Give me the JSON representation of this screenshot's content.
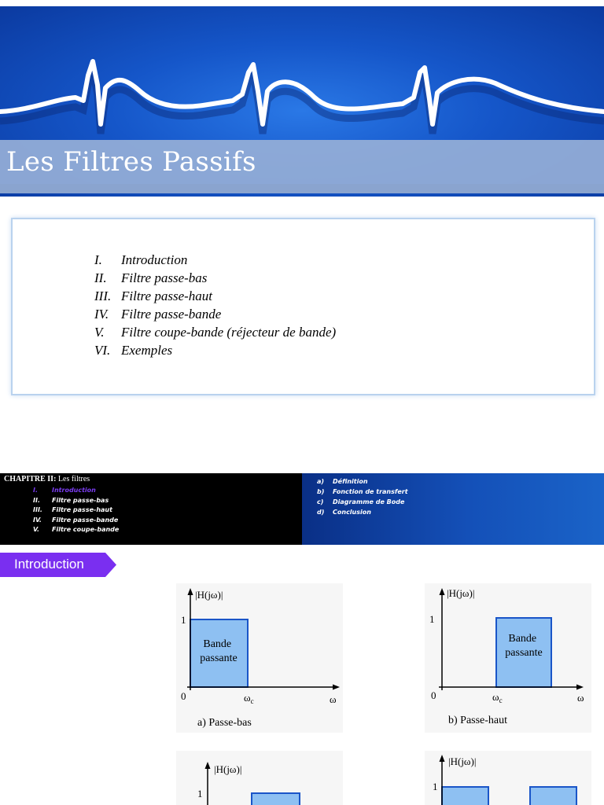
{
  "slide1": {
    "title": "Les Filtres Passifs",
    "colors": {
      "banner": "#1556c9",
      "title_bar": "#96afd7"
    }
  },
  "outline": {
    "items": [
      {
        "num": "I.",
        "label": "Introduction"
      },
      {
        "num": "II.",
        "label": "Filtre passe-bas"
      },
      {
        "num": "III.",
        "label": "Filtre passe-haut"
      },
      {
        "num": "IV.",
        "label": "Filtre passe-bande"
      },
      {
        "num": "V.",
        "label": "Filtre coupe-bande (réjecteur de bande)"
      },
      {
        "num": "VI.",
        "label": "Exemples"
      }
    ]
  },
  "slide2": {
    "chapter_prefix": "CHAPITRE II:",
    "chapter_name": "Les filtres",
    "chapter_menu": [
      {
        "num": "I.",
        "label": "Introduction",
        "active": true
      },
      {
        "num": "II.",
        "label": "Filtre passe-bas"
      },
      {
        "num": "III.",
        "label": "Filtre passe-haut"
      },
      {
        "num": "IV.",
        "label": "Filtre passe-bande"
      },
      {
        "num": "V.",
        "label": "Filtre coupe-bande"
      }
    ],
    "sub_menu": [
      {
        "num": "a)",
        "label": "Définition"
      },
      {
        "num": "b)",
        "label": "Fonction de transfert"
      },
      {
        "num": "c)",
        "label": "Diagramme de Bode"
      },
      {
        "num": "d)",
        "label": "Conclusion"
      }
    ],
    "section_label": "Introduction",
    "colors": {
      "active": "#7a3cf0",
      "section_tag": "#7a2ff0",
      "band_fill": "#8ec0f2",
      "band_edge": "#1a55c8"
    }
  },
  "plots": {
    "a": {
      "ylabel": "|H(jω)|",
      "y_one": "1",
      "origin": "0",
      "wc": "ωc",
      "w": "ω",
      "band": [
        "Bande",
        "passante"
      ],
      "caption": "a) Passe-bas"
    },
    "b": {
      "ylabel": "|H(jω)|",
      "y_one": "1",
      "origin": "0",
      "wc": "ωc",
      "w": "ω",
      "band": [
        "Bande",
        "passante"
      ],
      "caption": "b) Passe-haut"
    },
    "c": {
      "ylabel": "|H(jω)|",
      "y_one": "1"
    },
    "d": {
      "ylabel": "|H(jω)|",
      "y_one": "1"
    }
  }
}
